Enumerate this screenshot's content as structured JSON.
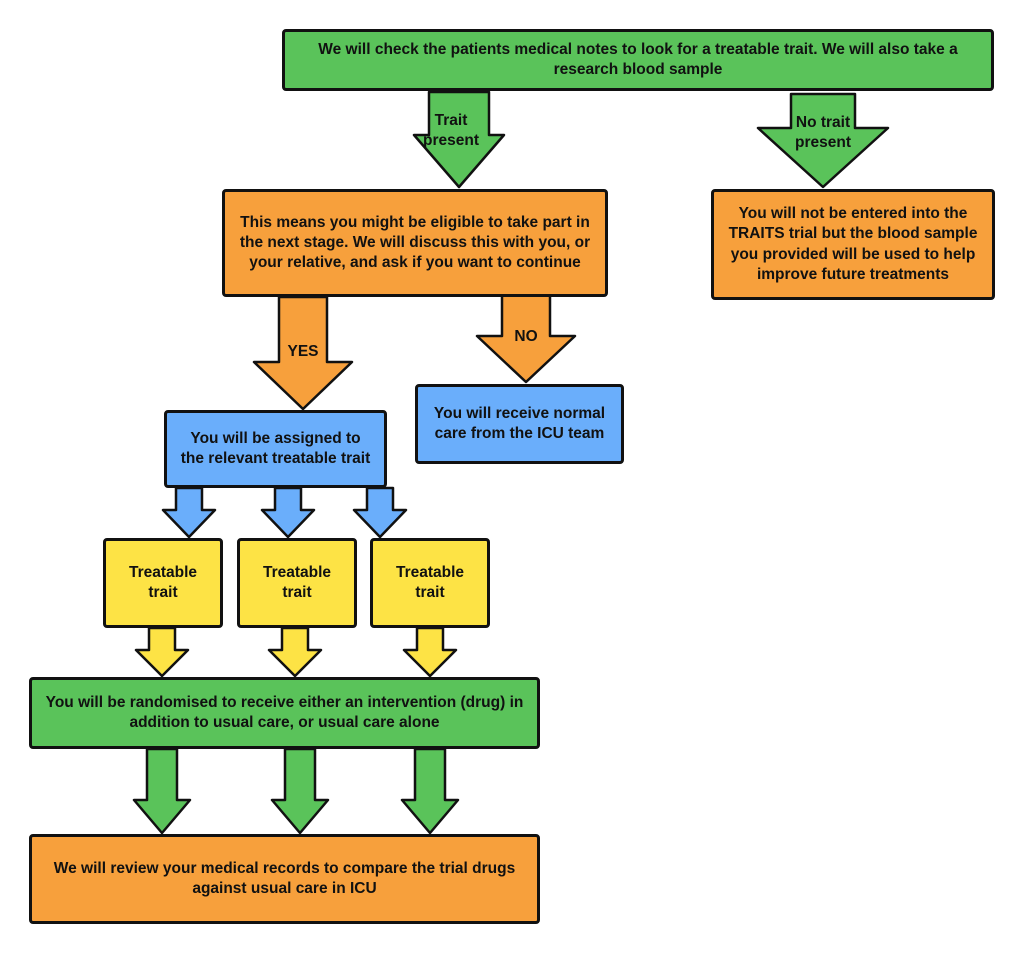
{
  "colors": {
    "green": "#5ac35a",
    "orange": "#f7a03c",
    "blue": "#6aaefb",
    "yellow": "#fde345",
    "stroke": "#111111"
  },
  "nodes": {
    "check_notes": "We will check the patients medical notes to look for a treatable trait. We will also take a research blood sample",
    "eligible": "This means you might be eligible to take part in the next stage. We will discuss this with you, or your relative, and ask if you want to continue",
    "not_entered": "You will not be entered into the TRAITS trial but the blood sample you provided will be used to help improve future treatments",
    "normal_care": "You will receive normal care from the ICU team",
    "assigned": "You will be assigned to the relevant treatable trait",
    "trait_1": "Treatable trait",
    "trait_2": "Treatable trait",
    "trait_3": "Treatable trait",
    "randomised": "You will be randomised to receive either an intervention (drug) in addition to usual care, or usual care alone",
    "review": "We will review your medical records to compare the trial drugs against usual care in ICU"
  },
  "edges": {
    "trait_present": "Trait present",
    "no_trait_present": "No trait present",
    "yes": "YES",
    "no": "NO"
  }
}
